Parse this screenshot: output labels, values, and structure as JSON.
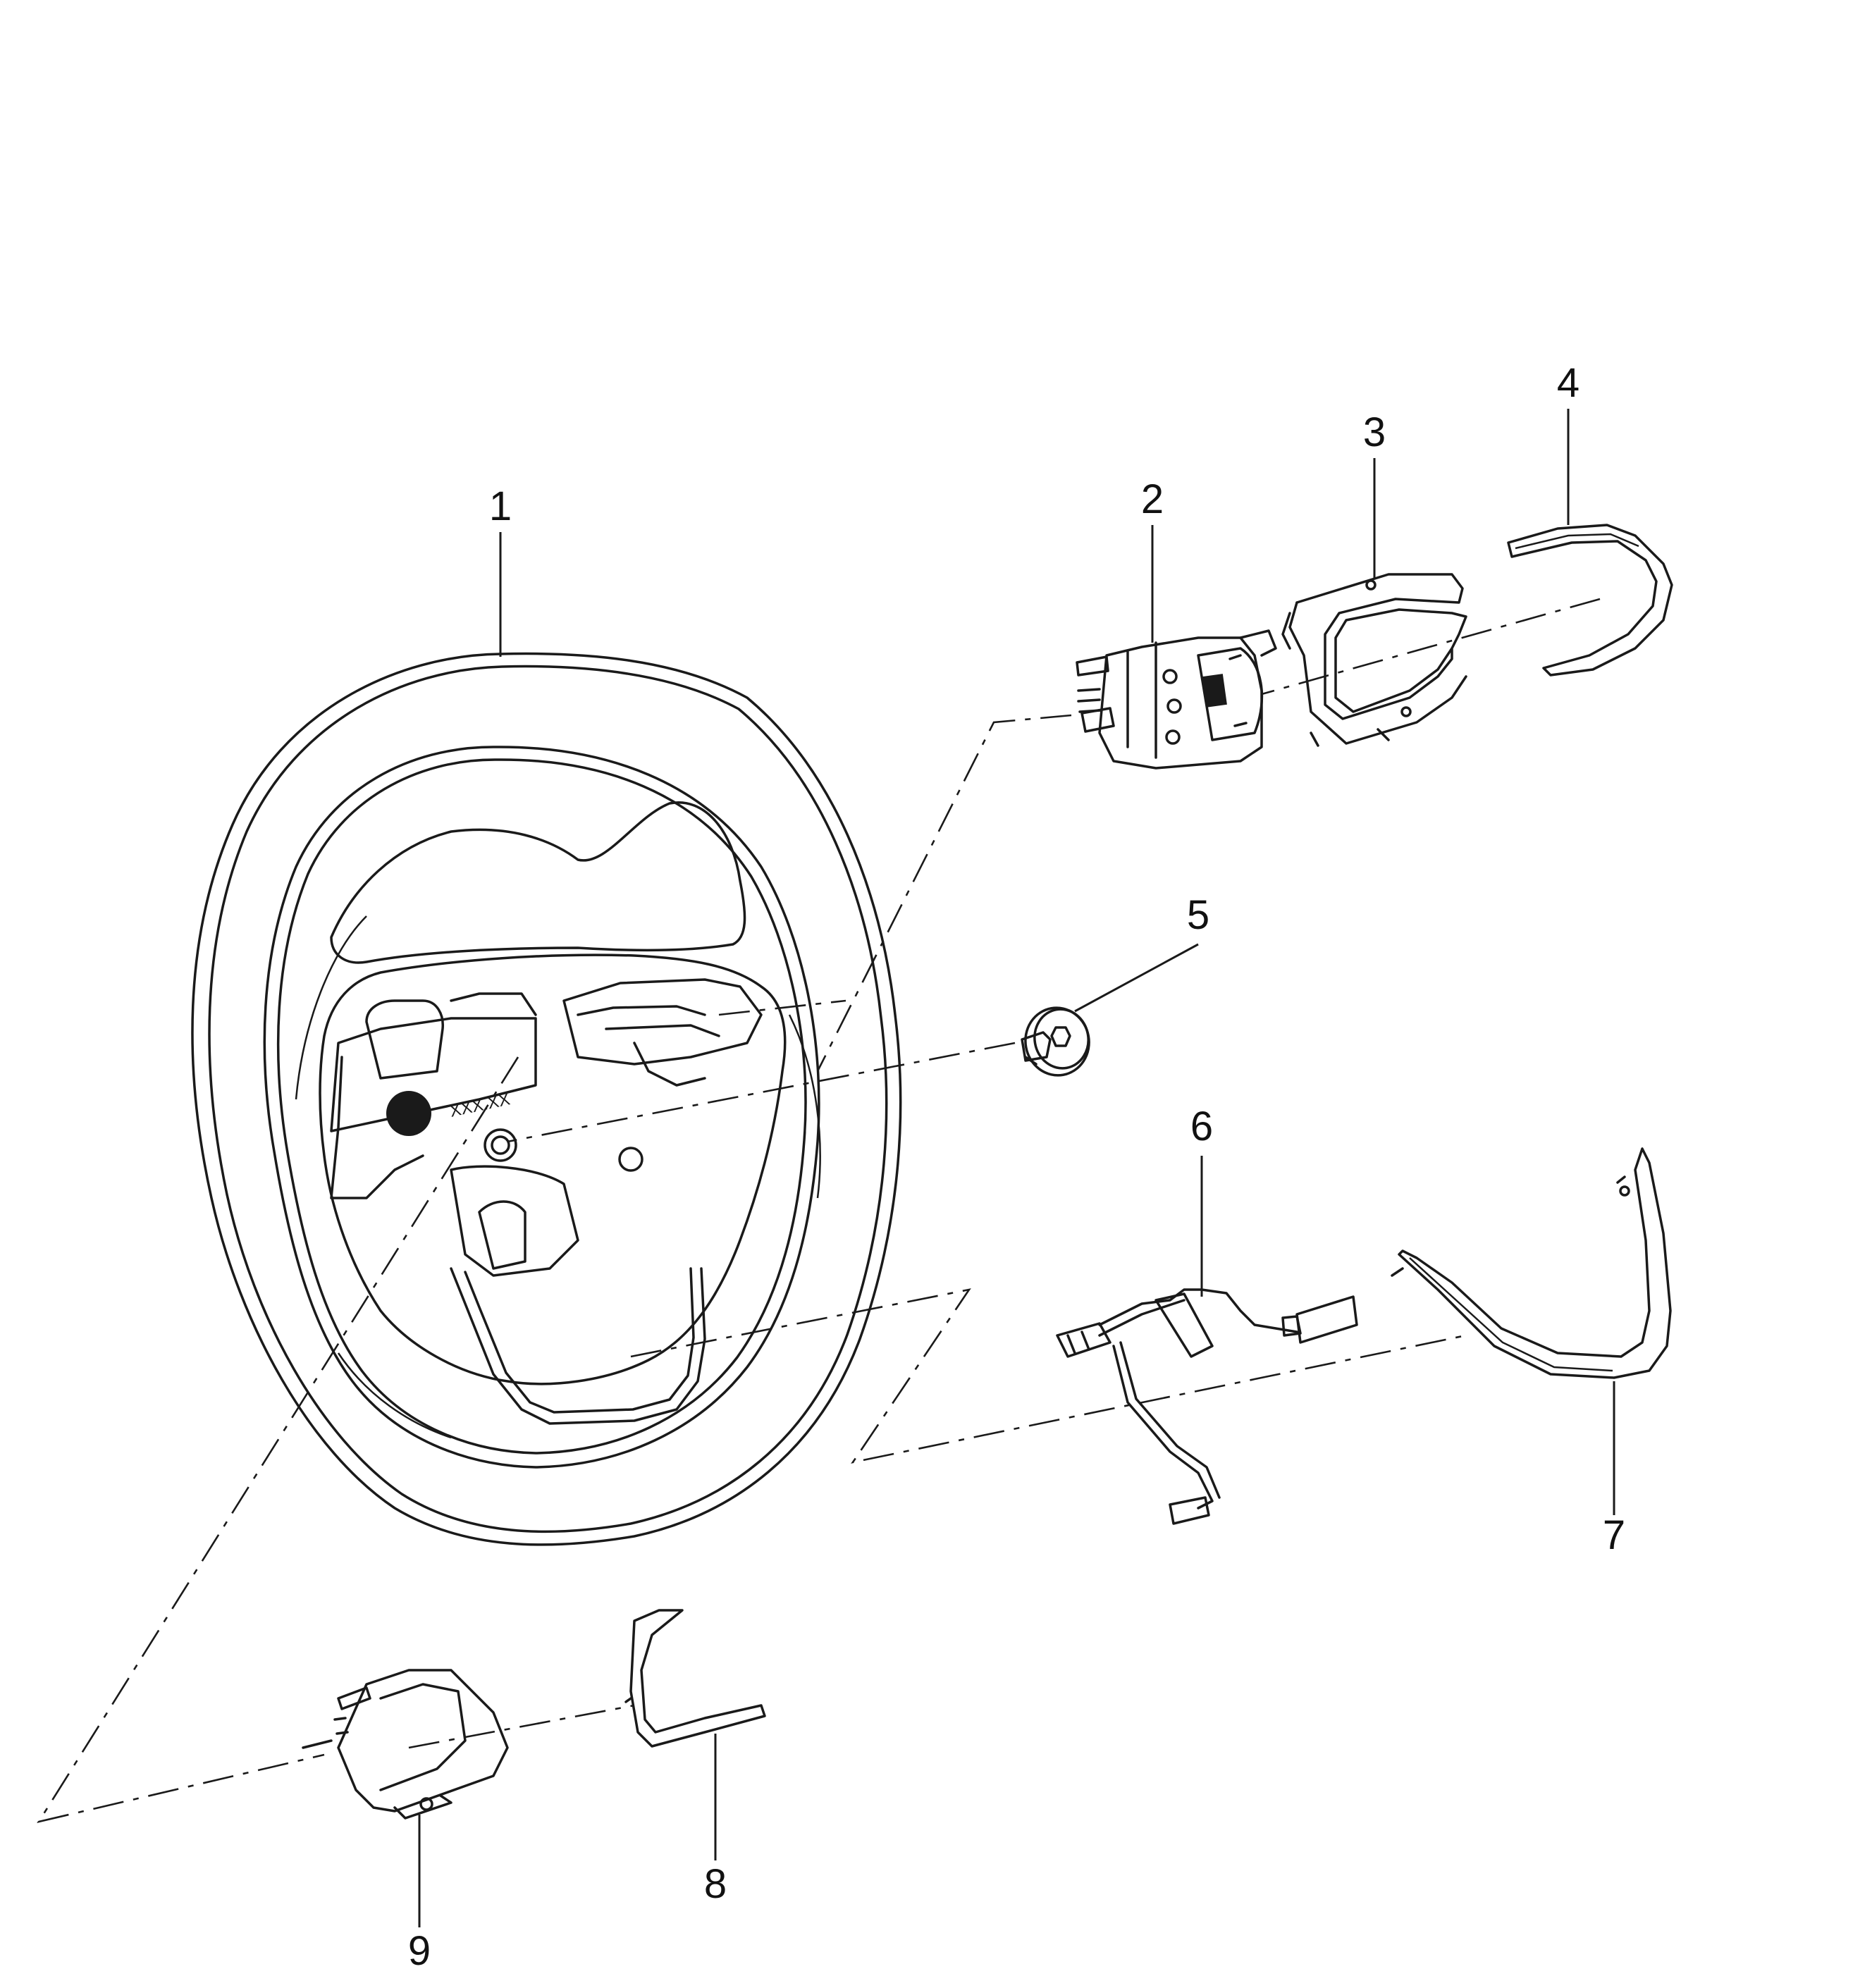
{
  "callouts": [
    {
      "id": "1",
      "label": "1"
    },
    {
      "id": "2",
      "label": "2"
    },
    {
      "id": "3",
      "label": "3"
    },
    {
      "id": "4",
      "label": "4"
    },
    {
      "id": "5",
      "label": "5"
    },
    {
      "id": "6",
      "label": "6"
    },
    {
      "id": "7",
      "label": "7"
    },
    {
      "id": "8",
      "label": "8"
    },
    {
      "id": "9",
      "label": "9"
    }
  ],
  "stamp_text": "XXX.XX"
}
